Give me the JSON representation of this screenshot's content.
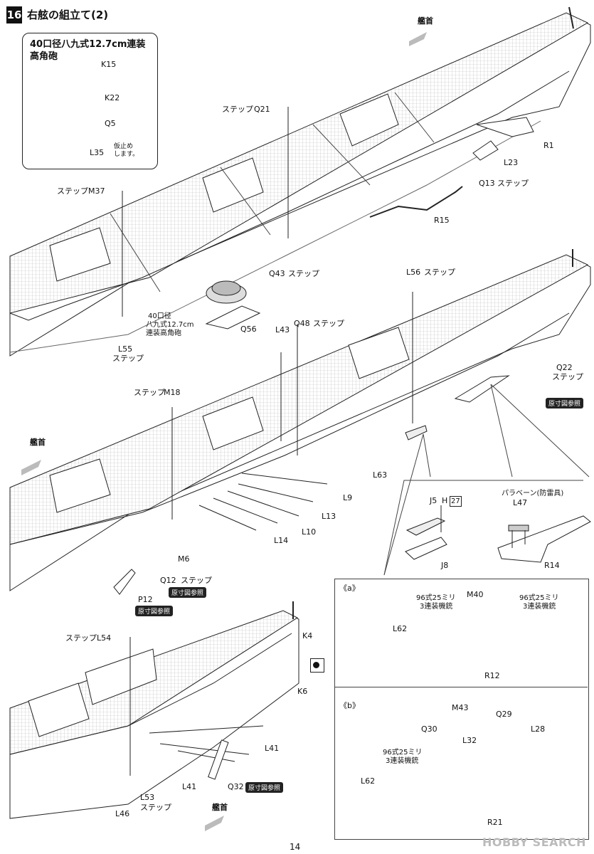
{
  "step": {
    "number": "16",
    "title": "右舷の組立て(2)"
  },
  "inset": {
    "title_line1": "40口径八九式12.7cm連装",
    "title_line2": "高角砲",
    "parts": [
      "K15",
      "K22",
      "Q5",
      "L35"
    ],
    "note": "仮止め\nします。"
  },
  "directions": {
    "bow": "艦首"
  },
  "upper_ship_labels": {
    "q21": "Q21",
    "m37": "M37",
    "r1": "R1",
    "l23": "L23",
    "q13": "Q13",
    "r15": "R15",
    "q43": "Q43",
    "q56": "Q56",
    "l55": "L55",
    "gun_note_1": "40口径",
    "gun_note_2": "八九式12.7cm",
    "gun_note_3": "連装高角砲"
  },
  "middle_ship_labels": {
    "l56": "L56",
    "q48": "Q48",
    "l43": "L43",
    "q22": "Q22",
    "m18": "M18",
    "l63": "L63",
    "l9": "L9",
    "l13": "L13",
    "l10": "L10",
    "l14": "L14",
    "m6": "M6",
    "q12": "Q12",
    "p12": "P12"
  },
  "common": {
    "step_word": "ステップ",
    "full_size_ref": "原寸図参照"
  },
  "boat_detail": {
    "part": "J5",
    "h": "H",
    "h_num": "27",
    "j8": "J8"
  },
  "paravane": {
    "title": "パラベーン(防雷具)",
    "l47": "L47",
    "r14": "R14"
  },
  "lower_ship_labels": {
    "l54": "L54",
    "k4": "K4",
    "k6": "K6",
    "l41a": "L41",
    "l41b": "L41",
    "q32": "Q32",
    "l53": "L53",
    "l46": "L46"
  },
  "panel_a": {
    "tag": "《a》",
    "mg_label_1": "96式25ミリ",
    "mg_label_2": "3連装機銃",
    "m40": "M40",
    "l62": "L62",
    "r12": "R12"
  },
  "panel_b": {
    "tag": "《b》",
    "m43": "M43",
    "q29": "Q29",
    "q30": "Q30",
    "l32": "L32",
    "l28": "L28",
    "l62": "L62",
    "r21": "R21",
    "mg_label_1": "96式25ミリ",
    "mg_label_2": "3連装機銃"
  },
  "page_number": "14",
  "watermark": "HOBBY SEARCH"
}
